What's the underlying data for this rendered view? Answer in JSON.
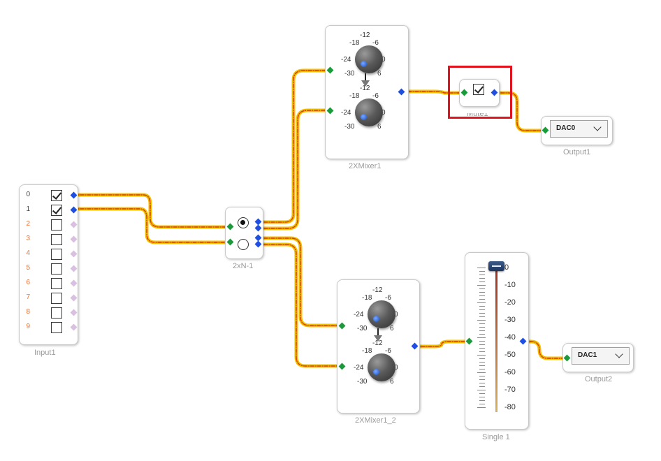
{
  "input1": {
    "caption": "Input1",
    "channels": [
      {
        "index": "0",
        "checked": true
      },
      {
        "index": "1",
        "checked": true
      },
      {
        "index": "2",
        "checked": false
      },
      {
        "index": "3",
        "checked": false
      },
      {
        "index": "4",
        "checked": false
      },
      {
        "index": "5",
        "checked": false
      },
      {
        "index": "6",
        "checked": false
      },
      {
        "index": "7",
        "checked": false
      },
      {
        "index": "8",
        "checked": false
      },
      {
        "index": "9",
        "checked": false
      }
    ]
  },
  "selector": {
    "caption": "2xN-1",
    "selected_option": 0
  },
  "mixer1": {
    "caption": "2XMixer1",
    "scale_labels": [
      "-12",
      "-18",
      "-6",
      "-24",
      "0",
      "-30",
      "6"
    ]
  },
  "mixer2": {
    "caption": "2XMixer1_2",
    "scale_labels": [
      "-12",
      "-18",
      "-6",
      "-24",
      "0",
      "-30",
      "6"
    ]
  },
  "mute": {
    "caption": "Mute1",
    "checked": true
  },
  "output1": {
    "caption": "Output1",
    "device": "DAC0"
  },
  "output2": {
    "caption": "Output2",
    "device": "DAC1"
  },
  "fader": {
    "caption": "Single 1",
    "scale_labels": [
      "0",
      "-10",
      "-20",
      "-30",
      "-40",
      "-50",
      "-60",
      "-70",
      "-80"
    ],
    "level_db": 0
  },
  "colors": {
    "wire": "#f2c200",
    "wire_dash": "#d23a00",
    "input_pin": "#1a9a3a",
    "output_pin": "#1f4fe0",
    "highlight": "#e0141e",
    "enabled_index": "#444444",
    "disabled_index": "#f07030"
  }
}
